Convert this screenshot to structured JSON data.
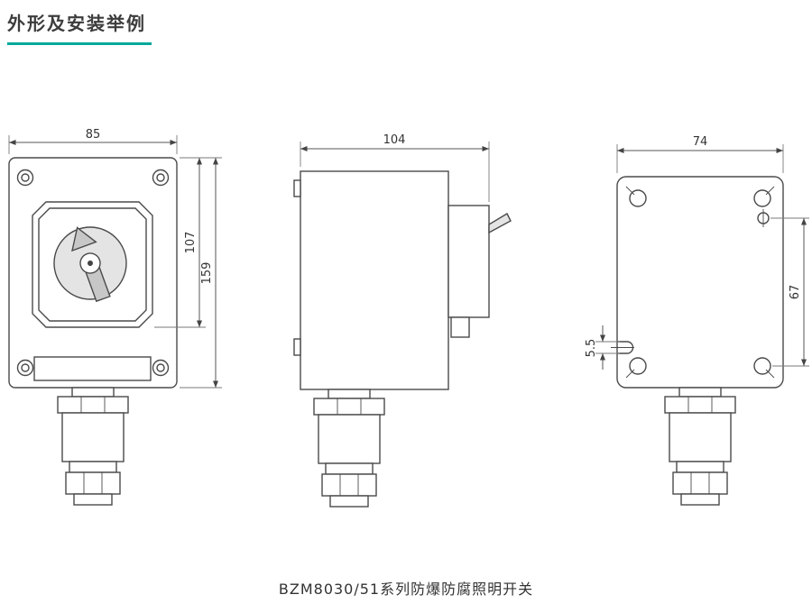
{
  "title": "外形及安装举例",
  "caption": "BZM8030/51系列防爆防腐照明开关",
  "dimensions": {
    "front_width": "85",
    "front_inner_height": "107",
    "front_height": "159",
    "side_depth": "104",
    "rear_width": "74",
    "rear_hole_spacing": "67",
    "rear_slot_width": "5.5"
  },
  "colors": {
    "accent_teal": "#00a99a",
    "drawing_line": "#4a4a4a",
    "dimension_line": "#555555",
    "text": "#333333"
  }
}
